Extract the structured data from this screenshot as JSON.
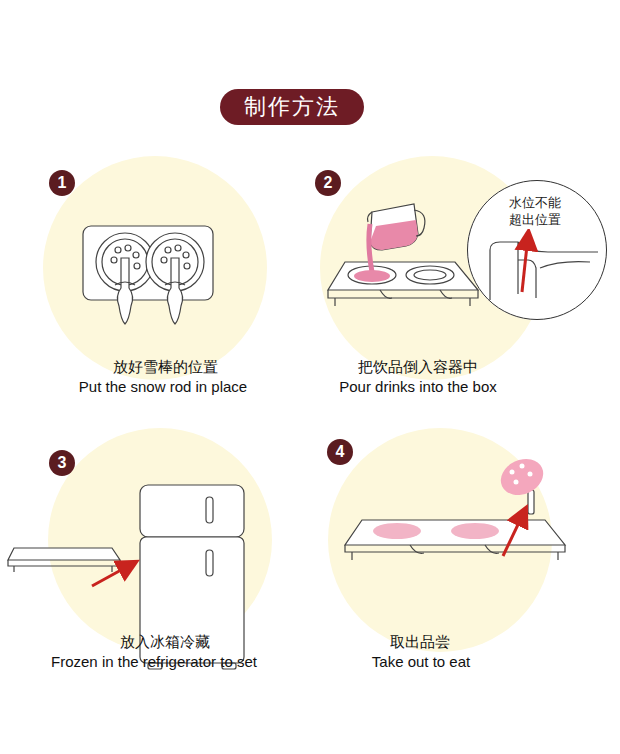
{
  "diagram": {
    "title": "制作方法",
    "nodes": [
      {
        "text": [
          "1"
        ]
      },
      {
        "text": [
          "2"
        ]
      },
      {
        "text": [
          "水位不能 超出位置"
        ]
      },
      {
        "text": [
          "3"
        ]
      },
      {
        "text": [
          "4"
        ]
      }
    ],
    "labels": [
      "放好雪棒的位置",
      "Put the snow rod in place",
      "把饮品倒入容器中",
      "Pour drinks into the box",
      "放入冰箱冷藏",
      "Frozen in the refrigerator to set",
      "取出品尝",
      "Take out to eat"
    ]
  }
}
